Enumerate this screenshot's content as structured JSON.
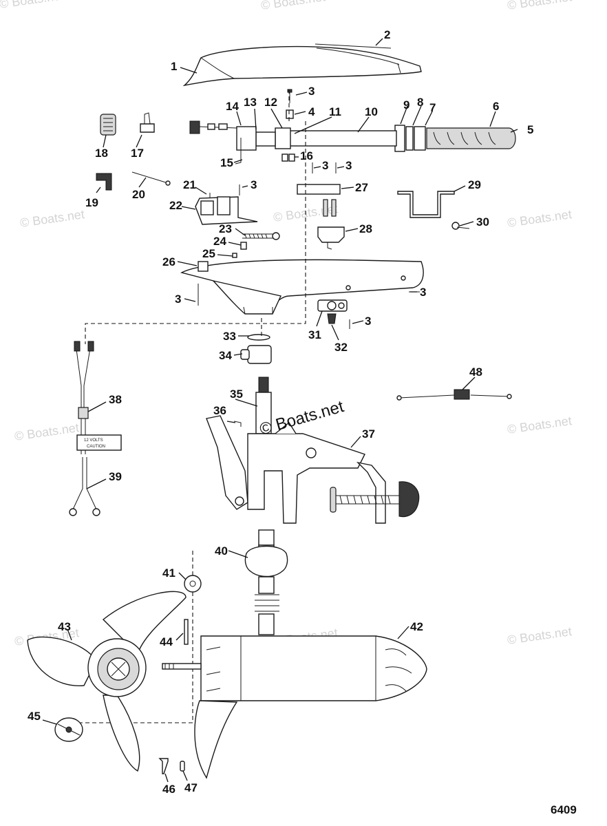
{
  "watermarks": [
    "© Boats.net",
    "© Boats.net",
    "© Boats.net",
    "© Boats.net",
    "© Boats.net",
    "© Boats.net",
    "© Boats.net",
    "© Boats.net",
    "© Boats.net",
    "© Boats.net",
    "© Boats.net",
    "© Boats.net",
    "© Boats.net",
    "© Boats.net",
    "© Boats.net"
  ],
  "center_watermark": "© Boats.net",
  "label_text": [
    "12 VOLTS",
    "CAUTION"
  ],
  "diagram_number": "6409",
  "callouts": [
    "1",
    "2",
    "3",
    "4",
    "5",
    "6",
    "7",
    "8",
    "9",
    "10",
    "11",
    "12",
    "13",
    "14",
    "15",
    "16",
    "3",
    "3",
    "17",
    "18",
    "19",
    "20",
    "21",
    "3",
    "22",
    "23",
    "24",
    "25",
    "26",
    "27",
    "28",
    "29",
    "30",
    "3",
    "3",
    "3",
    "31",
    "32",
    "33",
    "34",
    "35",
    "36",
    "37",
    "38",
    "39",
    "40",
    "41",
    "42",
    "43",
    "44",
    "45",
    "46",
    "47",
    "48"
  ]
}
